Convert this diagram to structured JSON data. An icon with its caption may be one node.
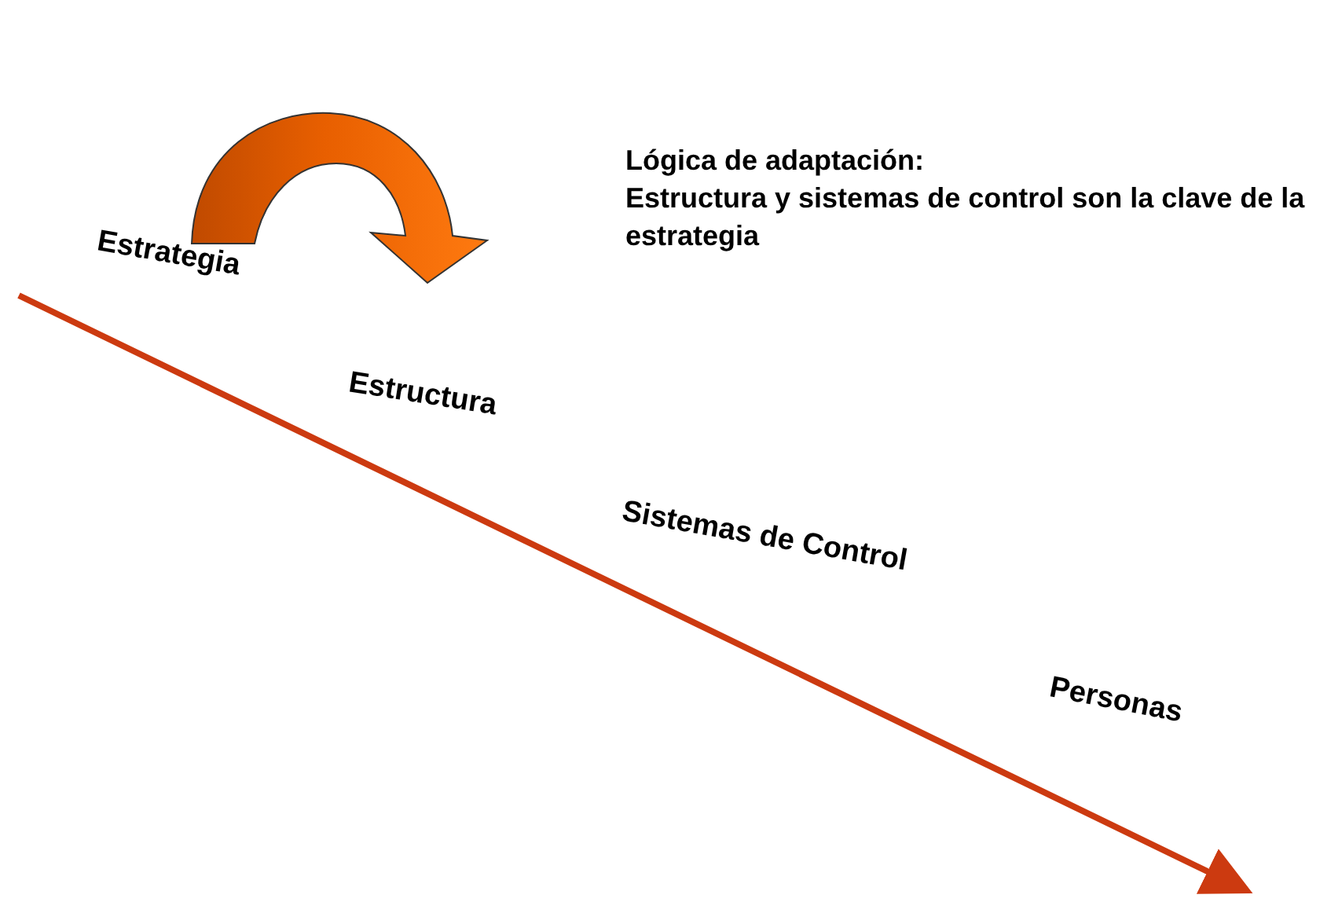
{
  "diagram": {
    "title": "Lógica de adaptación:",
    "labels": [
      "Estructura y sistemas de control son la clave de la estrategia",
      "Estrategia",
      "Estructura",
      "Sistemas de Control",
      "Personas"
    ]
  }
}
